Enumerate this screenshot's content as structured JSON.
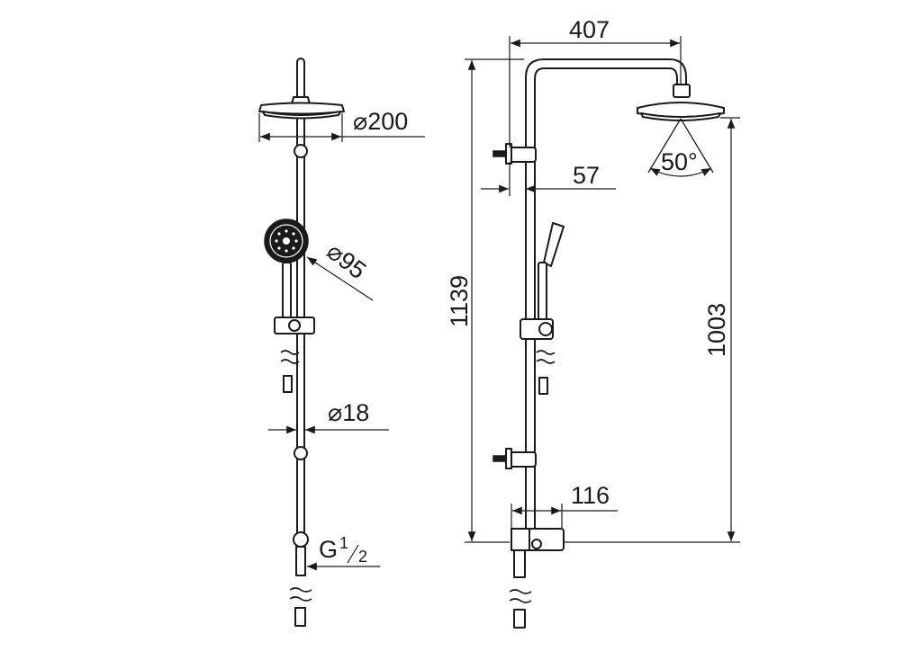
{
  "dimensions": {
    "head_diameter": "200",
    "hand_diameter": "95",
    "rail_diameter": "18",
    "thread_size_prefix": "G",
    "thread_size_fraction_num": "1",
    "thread_size_fraction_den": "2",
    "arm_reach": "407",
    "total_height": "1139",
    "wall_offset": "57",
    "head_height": "1003",
    "mixer_depth": "116",
    "spray_angle": "50°"
  },
  "symbols": {
    "diameter": "⌀"
  }
}
